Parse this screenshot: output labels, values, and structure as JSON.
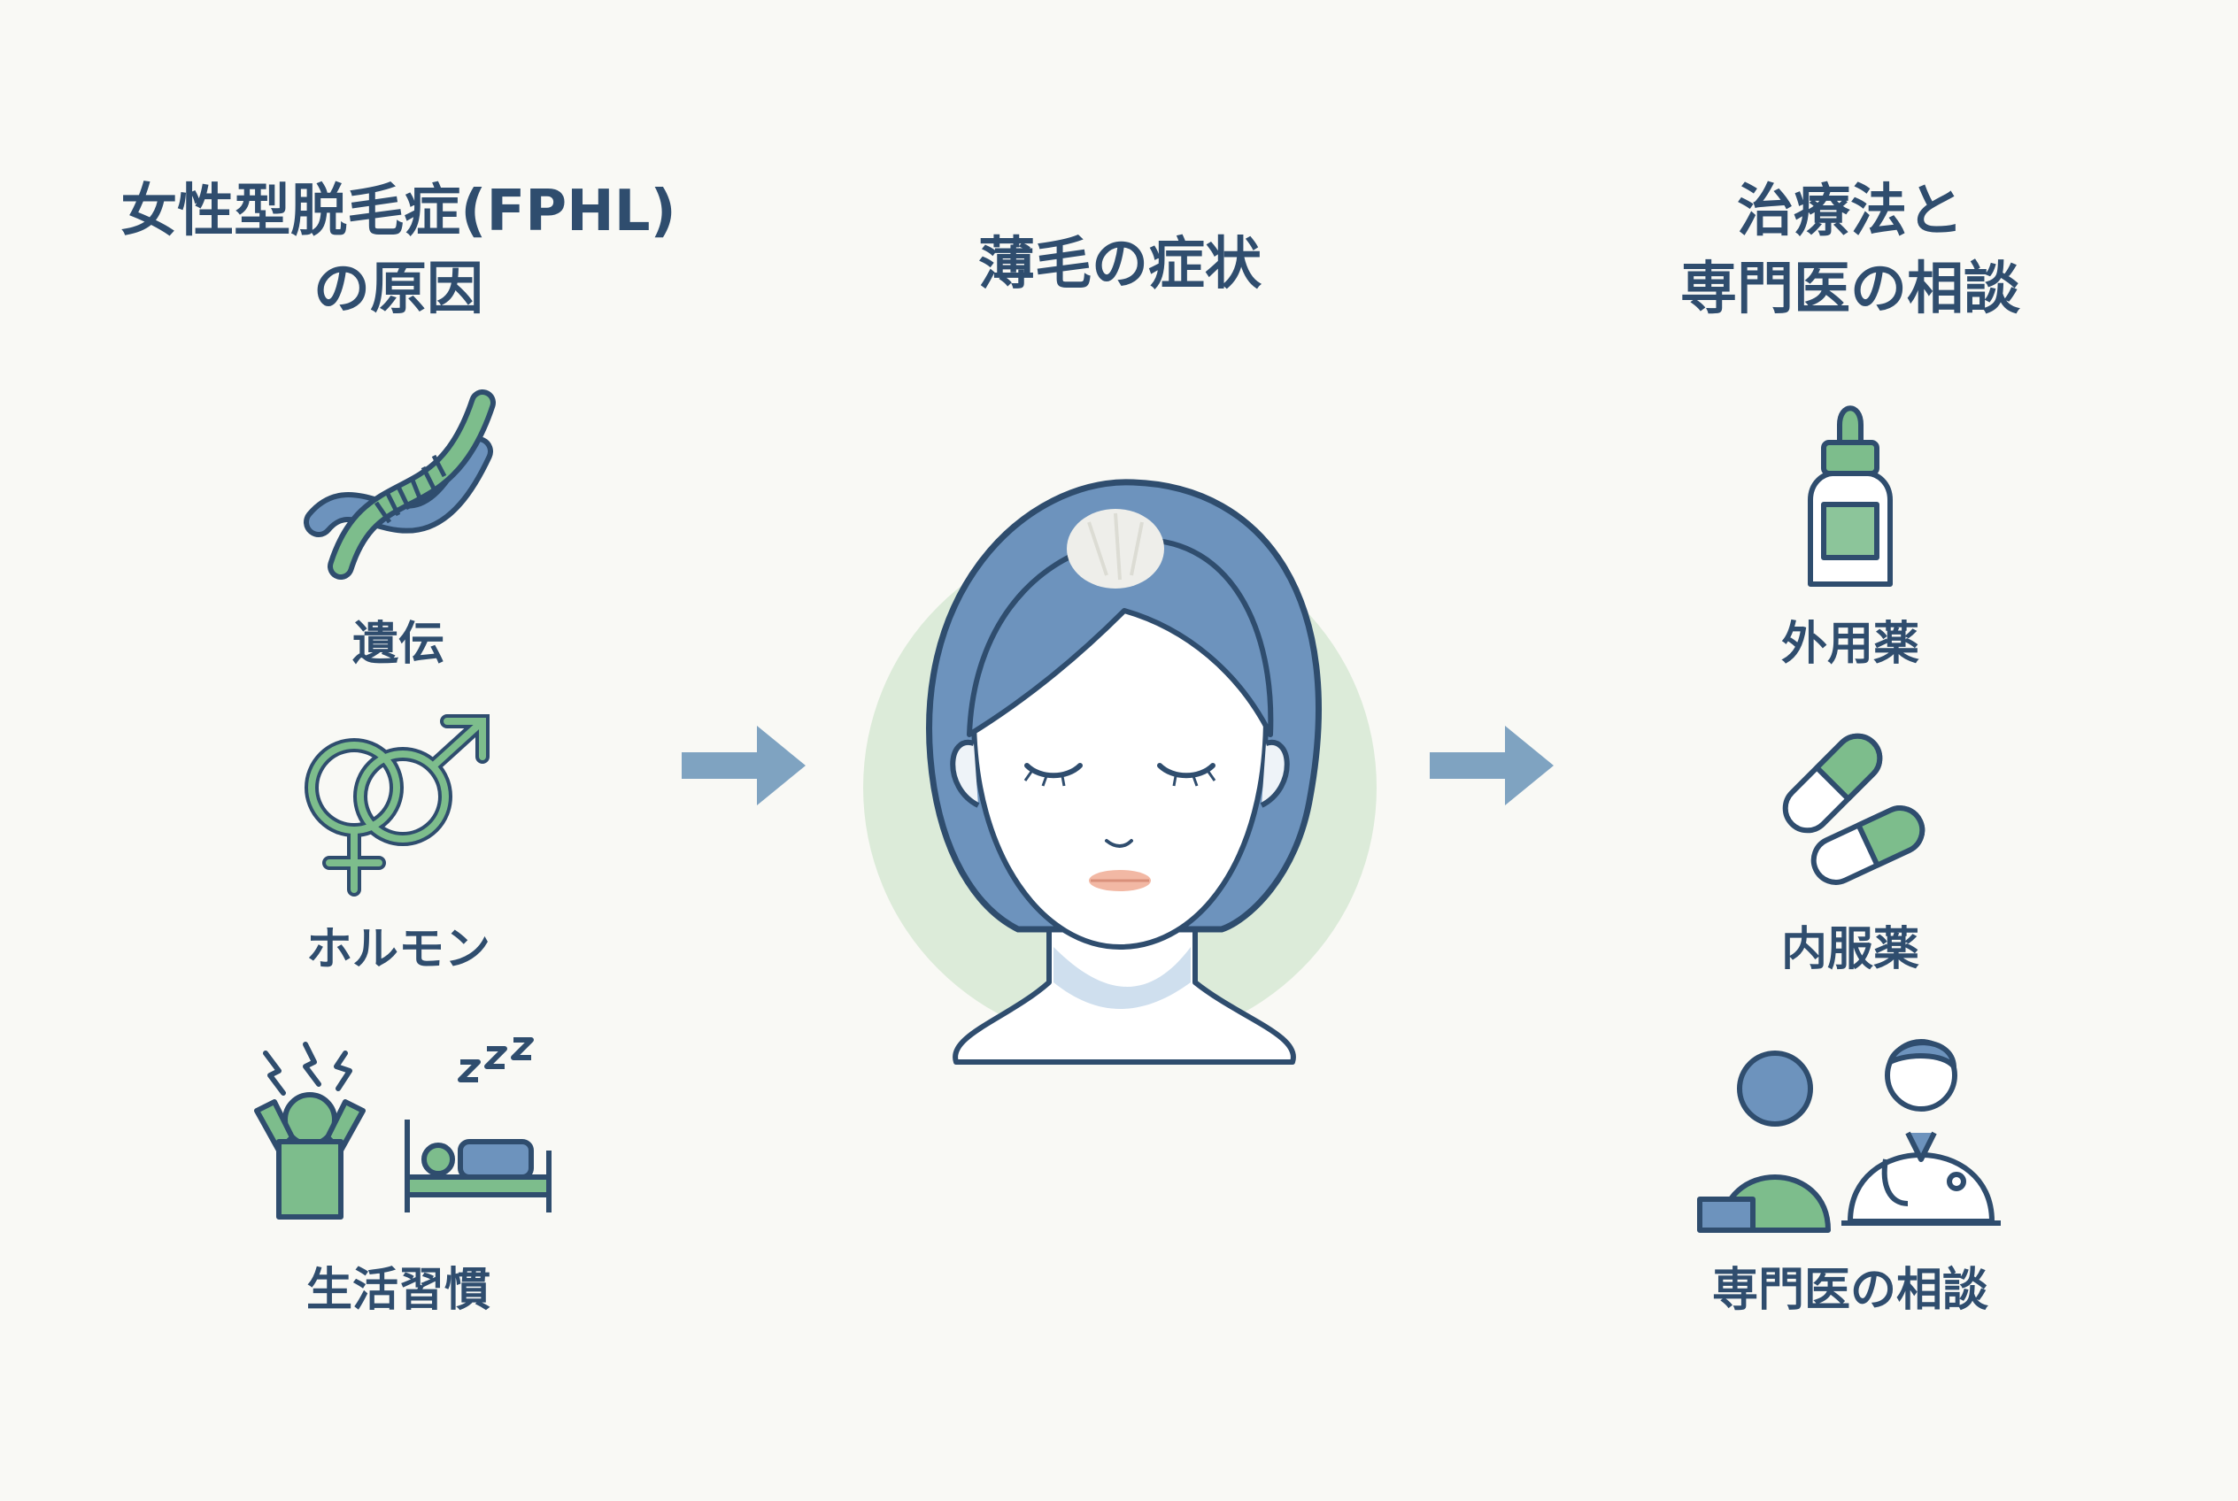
{
  "left": {
    "title": "女性型脱毛症(FPHL)\nの原因",
    "items": [
      {
        "label": "遺伝",
        "icon": "dna-icon"
      },
      {
        "label": "ホルモン",
        "icon": "gender-symbols-icon"
      },
      {
        "label": "生活習慣",
        "icon": "stress-sleep-icon"
      }
    ]
  },
  "center": {
    "title": "薄毛の症状",
    "illustration": "woman-thinning-hair-icon"
  },
  "right": {
    "title": "治療法と\n専門医の相談",
    "items": [
      {
        "label": "外用薬",
        "icon": "dropper-bottle-icon"
      },
      {
        "label": "内服薬",
        "icon": "capsules-icon"
      },
      {
        "label": "専門医の相談",
        "icon": "doctor-consultation-icon"
      }
    ]
  },
  "colors": {
    "navy": "#2f4d6e",
    "blue": "#6d93bd",
    "green": "#7dbd8c",
    "light_green": "#dcebd9",
    "arrow": "#7fa3c1"
  }
}
